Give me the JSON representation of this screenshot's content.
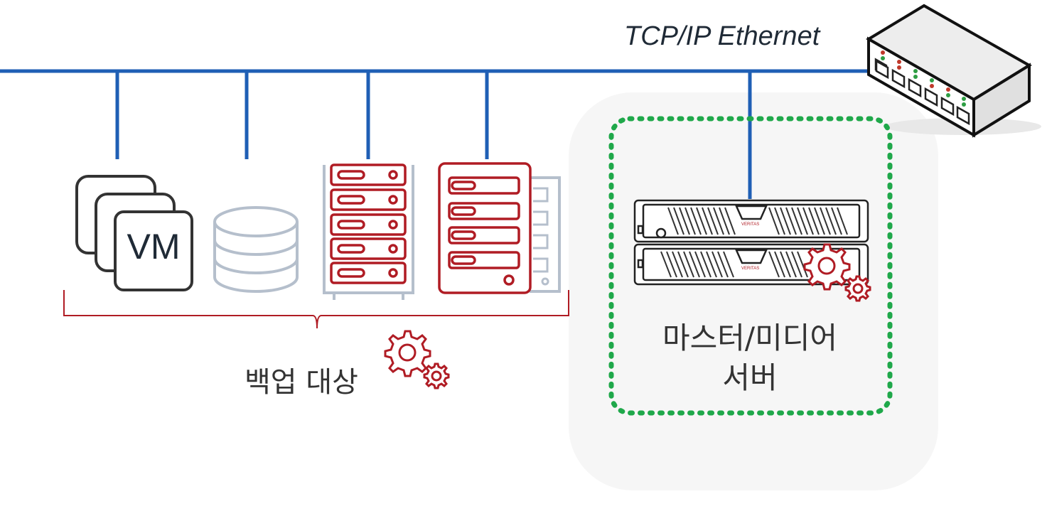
{
  "network": {
    "label": "TCP/IP Ethernet"
  },
  "backup_targets": {
    "label": "백업 대상",
    "vm_label": "VM"
  },
  "master_media_server": {
    "label_line1": "마스터/미디어",
    "label_line2": "서버",
    "brand_mark": "VERITAS"
  },
  "colors": {
    "network_line": "#1f5fb5",
    "accent_red": "#b01c24",
    "icon_gray": "#b5bfcc",
    "highlight_green": "#1fa84a"
  },
  "icons": [
    "vm-stack-icon",
    "database-icon",
    "rack-server-icon",
    "storage-array-icon",
    "network-switch-icon",
    "appliance-server-icon",
    "gears-icon"
  ]
}
